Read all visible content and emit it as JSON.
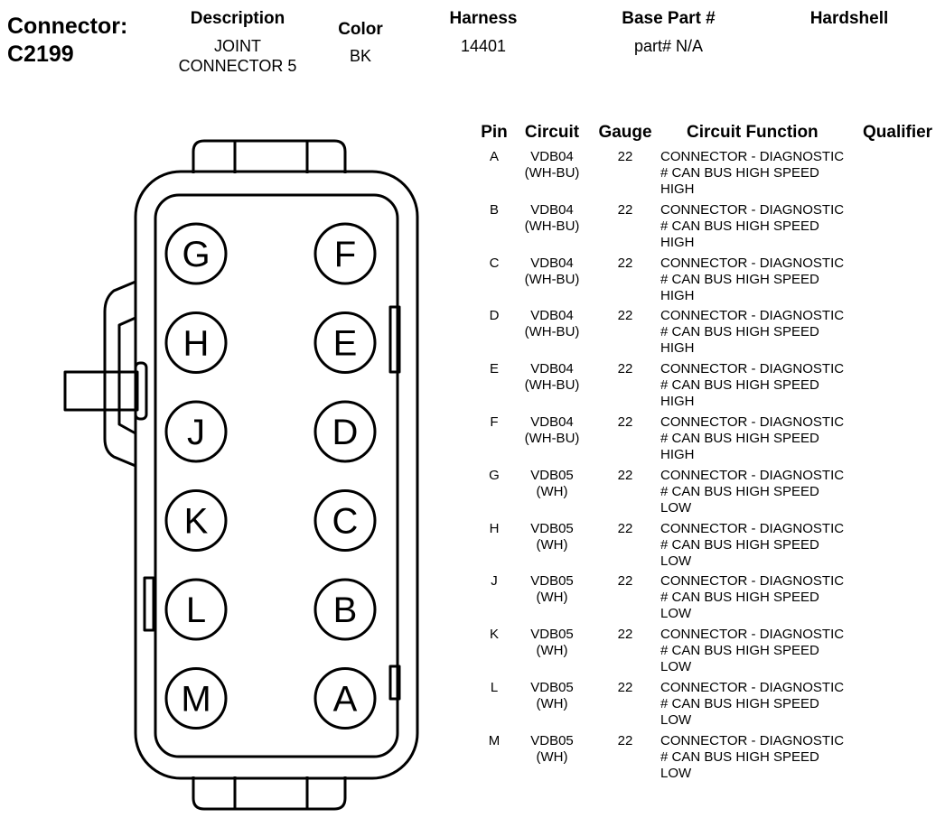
{
  "header": {
    "connector_label": "Connector:",
    "connector_id": "C2199",
    "description_label": "Description",
    "description_line1": "JOINT",
    "description_line2": "CONNECTOR 5",
    "color_label": "Color",
    "color_value": "BK",
    "harness_label": "Harness",
    "harness_value": "14401",
    "base_part_label": "Base Part #",
    "base_part_value": "part# N/A",
    "hardshell_label": "Hardshell"
  },
  "connector_pins": {
    "left_column": [
      "G",
      "H",
      "J",
      "K",
      "L",
      "M"
    ],
    "right_column": [
      "F",
      "E",
      "D",
      "C",
      "B",
      "A"
    ]
  },
  "pin_table": {
    "columns": [
      "Pin",
      "Circuit",
      "Gauge",
      "Circuit Function",
      "Qualifier"
    ],
    "rows": [
      {
        "pin": "A",
        "circuit": "VDB04",
        "color": "(WH-BU)",
        "gauge": "22",
        "func1": "CONNECTOR - DIAGNOSTIC",
        "func2": "# CAN BUS HIGH SPEED",
        "func3": "HIGH",
        "qualifier": ""
      },
      {
        "pin": "B",
        "circuit": "VDB04",
        "color": "(WH-BU)",
        "gauge": "22",
        "func1": "CONNECTOR - DIAGNOSTIC",
        "func2": "# CAN BUS HIGH SPEED",
        "func3": "HIGH",
        "qualifier": ""
      },
      {
        "pin": "C",
        "circuit": "VDB04",
        "color": "(WH-BU)",
        "gauge": "22",
        "func1": "CONNECTOR - DIAGNOSTIC",
        "func2": "# CAN BUS HIGH SPEED",
        "func3": "HIGH",
        "qualifier": ""
      },
      {
        "pin": "D",
        "circuit": "VDB04",
        "color": "(WH-BU)",
        "gauge": "22",
        "func1": "CONNECTOR - DIAGNOSTIC",
        "func2": "# CAN BUS HIGH SPEED",
        "func3": "HIGH",
        "qualifier": ""
      },
      {
        "pin": "E",
        "circuit": "VDB04",
        "color": "(WH-BU)",
        "gauge": "22",
        "func1": "CONNECTOR - DIAGNOSTIC",
        "func2": "# CAN BUS HIGH SPEED",
        "func3": "HIGH",
        "qualifier": ""
      },
      {
        "pin": "F",
        "circuit": "VDB04",
        "color": "(WH-BU)",
        "gauge": "22",
        "func1": "CONNECTOR - DIAGNOSTIC",
        "func2": "# CAN BUS HIGH SPEED",
        "func3": "HIGH",
        "qualifier": ""
      },
      {
        "pin": "G",
        "circuit": "VDB05",
        "color": "(WH)",
        "gauge": "22",
        "func1": "CONNECTOR - DIAGNOSTIC",
        "func2": "# CAN BUS HIGH SPEED",
        "func3": "LOW",
        "qualifier": ""
      },
      {
        "pin": "H",
        "circuit": "VDB05",
        "color": "(WH)",
        "gauge": "22",
        "func1": "CONNECTOR - DIAGNOSTIC",
        "func2": "# CAN BUS HIGH SPEED",
        "func3": "LOW",
        "qualifier": ""
      },
      {
        "pin": "J",
        "circuit": "VDB05",
        "color": "(WH)",
        "gauge": "22",
        "func1": "CONNECTOR - DIAGNOSTIC",
        "func2": "# CAN BUS HIGH SPEED",
        "func3": "LOW",
        "qualifier": ""
      },
      {
        "pin": "K",
        "circuit": "VDB05",
        "color": "(WH)",
        "gauge": "22",
        "func1": "CONNECTOR - DIAGNOSTIC",
        "func2": "# CAN BUS HIGH SPEED",
        "func3": "LOW",
        "qualifier": ""
      },
      {
        "pin": "L",
        "circuit": "VDB05",
        "color": "(WH)",
        "gauge": "22",
        "func1": "CONNECTOR - DIAGNOSTIC",
        "func2": "# CAN BUS HIGH SPEED",
        "func3": "LOW",
        "qualifier": ""
      },
      {
        "pin": "M",
        "circuit": "VDB05",
        "color": "(WH)",
        "gauge": "22",
        "func1": "CONNECTOR - DIAGNOSTIC",
        "func2": "# CAN BUS HIGH SPEED",
        "func3": "LOW",
        "qualifier": ""
      }
    ]
  }
}
